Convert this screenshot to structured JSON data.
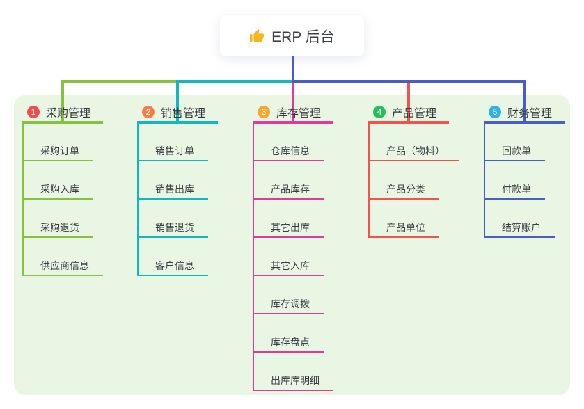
{
  "root": {
    "title": "ERP 后台",
    "icon": "thumbs-up-icon"
  },
  "branches": [
    {
      "badge": "1",
      "title": "采购管理",
      "color": "#85c23e",
      "badge_color": "#ef4b51",
      "items": [
        "采购订单",
        "采购入库",
        "采购退货",
        "供应商信息"
      ]
    },
    {
      "badge": "2",
      "title": "销售管理",
      "color": "#12b8bd",
      "badge_color": "#f97c45",
      "items": [
        "销售订单",
        "销售出库",
        "销售退货",
        "客户信息"
      ]
    },
    {
      "badge": "3",
      "title": "库存管理",
      "color": "#e23a9b",
      "badge_color": "#f9a62a",
      "items": [
        "仓库信息",
        "产品库存",
        "其它出库",
        "其它入库",
        "库存调拨",
        "库存盘点",
        "出库库明细"
      ]
    },
    {
      "badge": "4",
      "title": "产品管理",
      "color": "#f4524d",
      "badge_color": "#28bd5d",
      "items": [
        "产品（物料）",
        "产品分类",
        "产品单位"
      ]
    },
    {
      "badge": "5",
      "title": "财务管理",
      "color": "#4a5cc8",
      "badge_color": "#30b2e9",
      "items": [
        "回款单",
        "付款单",
        "结算账户"
      ]
    }
  ],
  "colors": {
    "canvas_bg": "#ffffff",
    "panel_bg": "#eaf6e4",
    "root_card_bg": "#ffffff",
    "root_text": "#3b4149",
    "node_text": "#33373b",
    "leaf_text": "#3a3e44",
    "connector_root": "#4a5cc8",
    "thumb_icon": "#f4b71f"
  }
}
